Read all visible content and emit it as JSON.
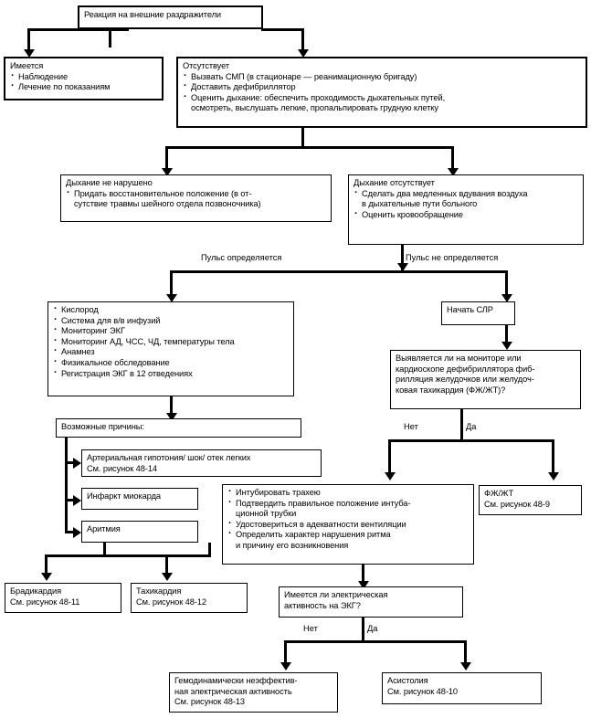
{
  "diagram": {
    "title": "Реакция на внешние раздражители",
    "language": "ru",
    "nodes": {
      "root": {
        "heading": "Реакция на внешние раздражители"
      },
      "present": {
        "heading": "Имеется",
        "bullets": [
          "Наблюдение",
          "Лечение по показаниям"
        ]
      },
      "absent": {
        "heading": "Отсутствует",
        "bullets": [
          "Вызвать СМП (в стационаре — реанимационную бригаду)",
          "Доставить дефибриллятор",
          "Оценить дыхание: обеспечить проходимость дыхательных путей,"
        ],
        "bullet3_cont": "осмотреть, выслушать легкие, пропальпировать грудную клетку"
      },
      "breathing_ok": {
        "heading": "Дыхание не нарушено",
        "bullets": [
          "Придать восстановительное положение (в от-"
        ],
        "bullet1_cont": "сутствие травмы шейного отдела позвоночника)"
      },
      "breathing_absent": {
        "heading": "Дыхание отсутствует",
        "bullets": [
          "Сделать два медленных вдувания воздуха",
          "Оценить кровообращение"
        ],
        "bullet1_cont": "в дыхательные пути больного"
      },
      "assessment": {
        "bullets": [
          "Кислород",
          "Система для в/в инфузий",
          "Мониторинг ЭКГ",
          "Мониторинг АД, ЧСС, ЧД, температуры тела",
          "Анамнез",
          "Физикальное обследование",
          "Регистрация ЭКГ в 12 отведениях"
        ]
      },
      "causes": {
        "heading": "Возможные причины:"
      },
      "hypotension": {
        "line1": "Артериальная гипотония/ шок/ отек легких",
        "line2": "См. рисунок 48-14"
      },
      "infarction": {
        "line1": "Инфаркт миокарда"
      },
      "arrhythmia": {
        "line1": "Аритмия"
      },
      "bradycardia": {
        "line1": "Брадикардия",
        "line2": "См. рисунок 48-11"
      },
      "tachycardia": {
        "line1": "Тахикардия",
        "line2": "См. рисунок 48-12"
      },
      "start_cpr": {
        "heading": "Начать СЛР"
      },
      "vf_question": {
        "line1": "Выявляется ли на мониторе или",
        "line2": "кардиоскопе дефибриллятора фиб-",
        "line3": "рилляция желудочков или желудоч-",
        "line4": "ковая тахикардия (ФЖ/ЖТ)?"
      },
      "vf_vt": {
        "line1": "ФЖ/ЖТ",
        "line2": "См. рисунок 48-9"
      },
      "intubate": {
        "bullets": [
          "Интубировать трахею",
          "Подтвердить правильное положение интуба-",
          "Удостовериться в адекватности вентиляции",
          "Определить характер нарушения ритма"
        ],
        "bullet2_cont": "ционной трубки",
        "bullet4_cont": "и причину его возникновения"
      },
      "ecg_activity_question": {
        "line1": "Имеется ли электрическая",
        "line2": "активность на ЭКГ?"
      },
      "pea": {
        "line1": "Гемодинамически неэффектив-",
        "line2": "ная электрическая активность",
        "line3": "См. рисунок 48-13"
      },
      "asystole": {
        "line1": "Асистолия",
        "line2": "См. рисунок 48-10"
      }
    },
    "edge_labels": {
      "pulse_present": "Пульс определяется",
      "pulse_absent": "Пульс не определяется",
      "vf_no": "Нет",
      "vf_yes": "Да",
      "ecg_no": "Нет",
      "ecg_yes": "Да"
    },
    "colors": {
      "line": "#000000",
      "background": "#ffffff",
      "text": "#000000"
    }
  }
}
